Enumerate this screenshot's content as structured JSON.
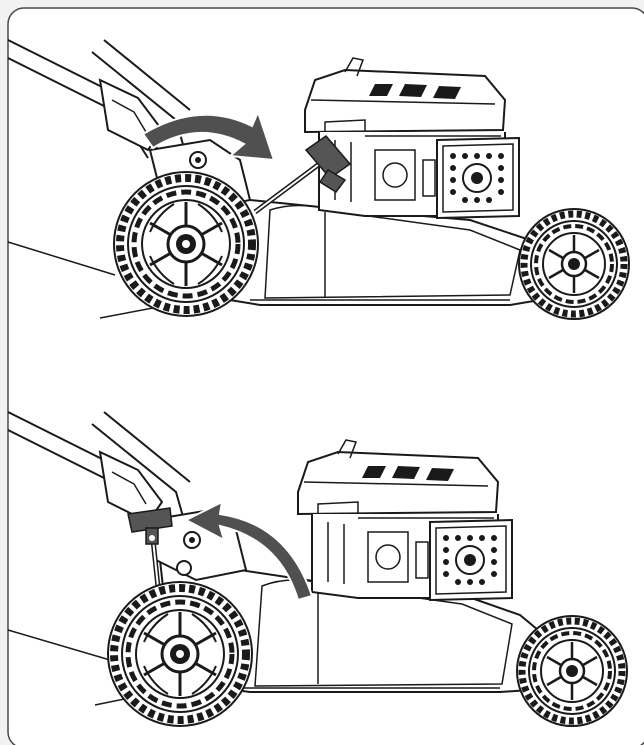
{
  "figure": {
    "panels": [
      {
        "id": "top",
        "step": "rotate-lever-down",
        "arrow": "clockwise"
      },
      {
        "id": "bottom",
        "step": "rotate-lever-up",
        "arrow": "counter-clockwise"
      }
    ],
    "colors": {
      "background": "#f2f2f2",
      "frame_border": "#4a4a4a",
      "line": "#1a1a1a",
      "fill": "#ffffff",
      "accent_fill": "#555555",
      "arrow_fill": "#505050",
      "tread": "#1a1a1a"
    },
    "icons": [
      "mower-side-view",
      "rotation-arrow",
      "height-adjust-lever"
    ]
  }
}
